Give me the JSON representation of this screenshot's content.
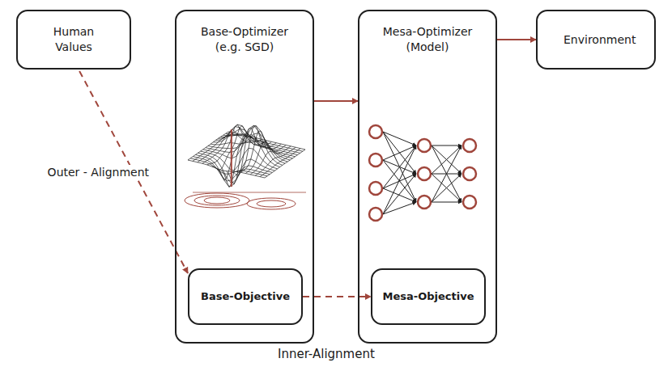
{
  "diagram": {
    "nodes": [
      {
        "text": [
          "Human Values"
        ]
      },
      {
        "text": [
          "Base-Optimizer (e.g. SGD)"
        ]
      },
      {
        "text": [
          "Base-Objective"
        ],
        "in": 1
      },
      {
        "text": [
          "Mesa-Optimizer (Model)"
        ]
      },
      {
        "text": [
          "Mesa-Objective"
        ],
        "in": 3
      },
      {
        "text": [
          "Environment"
        ]
      }
    ],
    "edges": [
      {
        "from": 0,
        "to": 2,
        "arrow": "to",
        "label": "Outer - Alignment"
      },
      {
        "from": 1,
        "to": 3,
        "arrow": "to"
      },
      {
        "from": 2,
        "to": 4,
        "arrow": "to"
      },
      {
        "from": 3,
        "to": 5,
        "arrow": "to"
      }
    ],
    "labels": [
      "Inner-Alignment"
    ]
  }
}
